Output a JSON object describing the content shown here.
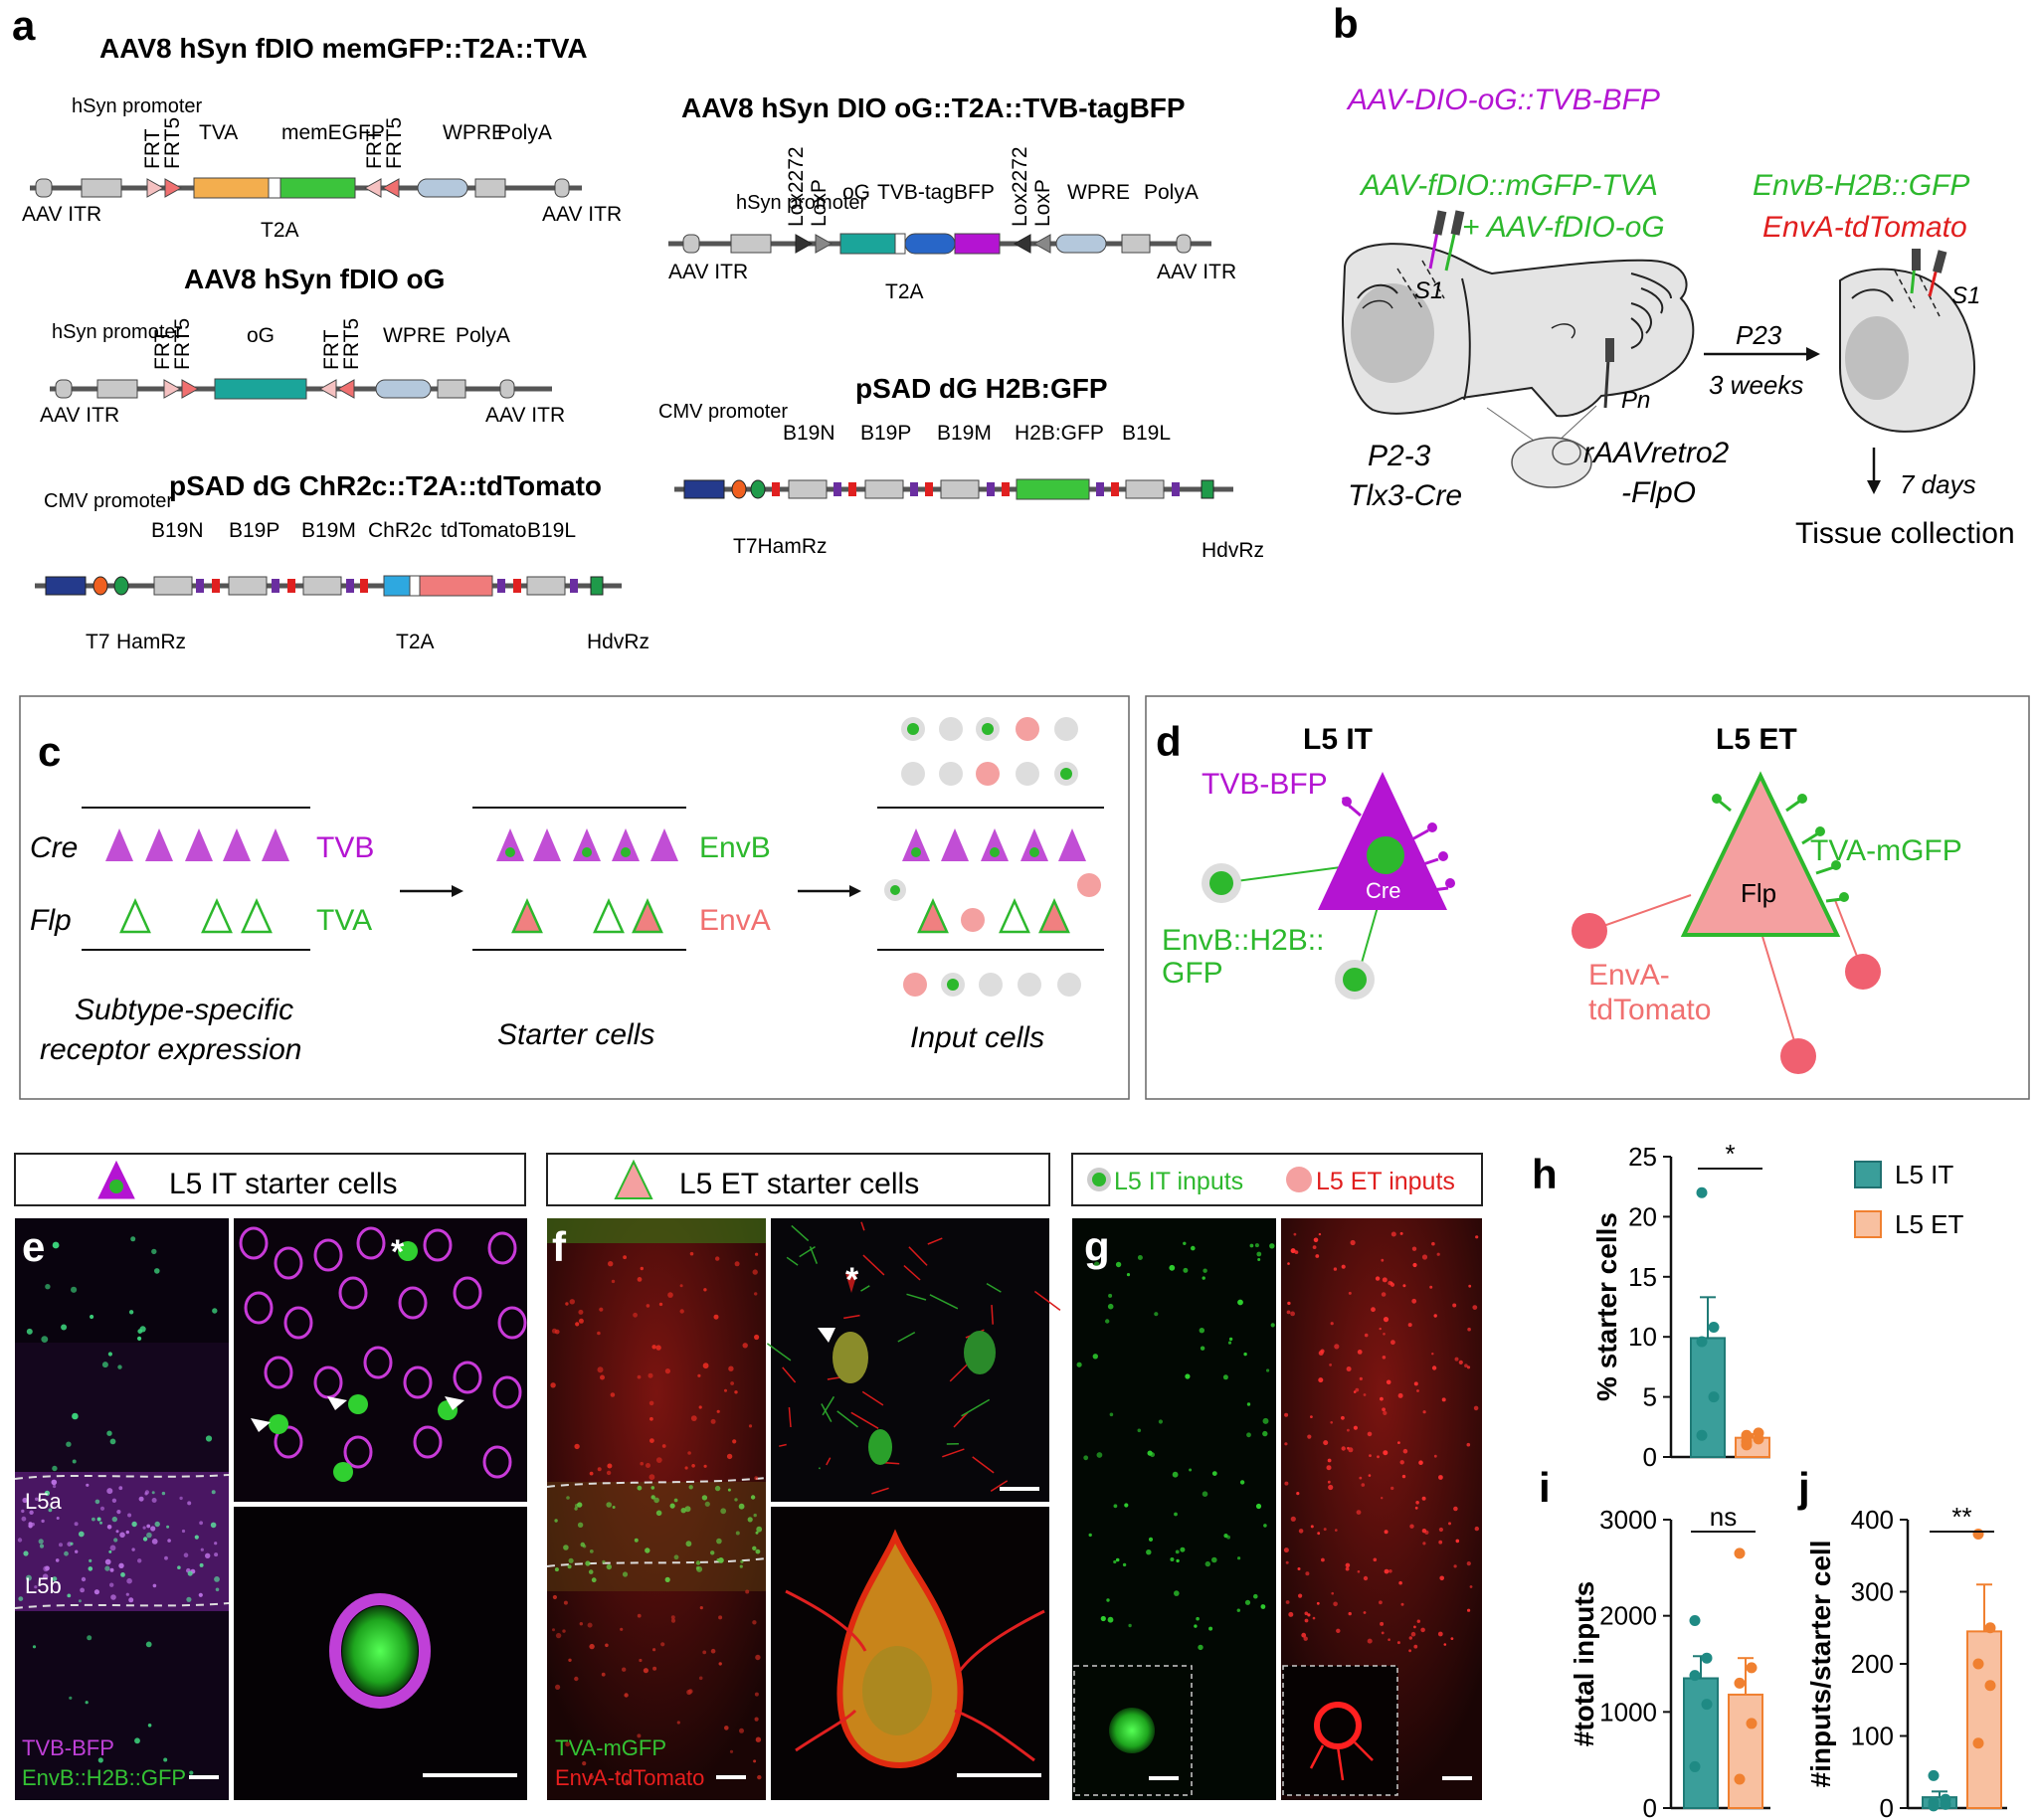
{
  "panels": {
    "a": "a",
    "b": "b",
    "c": "c",
    "d": "d",
    "e": "e",
    "f": "f",
    "g": "g",
    "h": "h",
    "i": "i",
    "j": "j"
  },
  "constructs": {
    "c1": {
      "title": "AAV8 hSyn fDIO memGFP::T2A::TVA",
      "labels": [
        "hSyn promoter",
        "FRT",
        "FRT5",
        "TVA",
        "memEGFP",
        "FRT",
        "FRT5",
        "WPRE",
        "PolyA",
        "AAV ITR",
        "AAV ITR",
        "T2A"
      ]
    },
    "c2": {
      "title": "AAV8 hSyn fDIO oG",
      "labels": [
        "hSyn promoter",
        "FRT",
        "FRT5",
        "oG",
        "FRT",
        "FRT5",
        "WPRE",
        "PolyA",
        "AAV ITR",
        "AAV ITR"
      ]
    },
    "c3": {
      "title": "pSAD dG ChR2c::T2A::tdTomato",
      "labels": [
        "CMV promoter",
        "B19N",
        "B19P",
        "B19M",
        "ChR2c",
        "tdTomato",
        "B19L",
        "T7",
        "HamRz",
        "T2A",
        "HdvRz"
      ]
    },
    "c4": {
      "title": "AAV8 hSyn DIO oG::T2A::TVB-tagBFP",
      "labels": [
        "hSyn promoter",
        "Lox2272",
        "LoxP",
        "oG",
        "TVB-tagBFP",
        "Lox2272",
        "LoxP",
        "WPRE",
        "PolyA",
        "AAV ITR",
        "AAV ITR",
        "T2A"
      ]
    },
    "c5": {
      "title": "pSAD dG H2B:GFP",
      "labels": [
        "CMV promoter",
        "B19N",
        "B19P",
        "B19M",
        "H2B:GFP",
        "B19L",
        "T7HamRz",
        "HdvRz"
      ]
    }
  },
  "panel_b": {
    "virus1": "AAV-DIO-oG::TVB-BFP",
    "virus2a": "AAV-fDIO::mGFP-TVA",
    "virus2b": "+ AAV-fDIO-oG",
    "virus3a": "EnvB-H2B::GFP",
    "virus3b": "EnvA-tdTomato",
    "s1_left": "S1",
    "s1_right": "S1",
    "pn": "Pn",
    "age": "P2-3",
    "mouse": "Tlx3-Cre",
    "retro1": "rAAVretro2",
    "retro2": "-FlpO",
    "time1": "P23",
    "time2": "3 weeks",
    "days": "7 days",
    "collection": "Tissue collection"
  },
  "panel_c": {
    "cre": "Cre",
    "flp": "Flp",
    "tvb": "TVB",
    "tva": "TVA",
    "envb": "EnvB",
    "enva": "EnvA",
    "cap1a": "Subtype-specific",
    "cap1b": "receptor expression",
    "cap2": "Starter cells",
    "cap3": "Input cells"
  },
  "panel_d": {
    "it_title": "L5 IT",
    "et_title": "L5 ET",
    "tvb_bfp": "TVB-BFP",
    "cre": "Cre",
    "envb1": "EnvB::H2B::",
    "envb2": "GFP",
    "flp": "Flp",
    "tva_mgfp": "TVA-mGFP",
    "enva1": "EnvA-",
    "enva2": "tdTomato"
  },
  "micro": {
    "e_header": "L5 IT starter cells",
    "f_header": "L5 ET starter cells",
    "g_it": "L5 IT inputs",
    "g_et": "L5 ET inputs",
    "l5a": "L5a",
    "l5b": "L5b",
    "e_leg1": "TVB-BFP",
    "e_leg2": "EnvB::H2B::GFP",
    "f_leg1": "TVA-mGFP",
    "f_leg2": "EnvA-tdTomato",
    "asterisk": "*"
  },
  "legend": {
    "it": "L5 IT",
    "et": "L5 ET"
  },
  "colors": {
    "it": "#3a9e9a",
    "et": "#f2a77a",
    "magenta": "#b414d2",
    "green": "#2db82d",
    "salmon": "#f07b7b",
    "red": "#e01e1e"
  },
  "chart_data": [
    {
      "type": "bar",
      "panel": "h",
      "ylabel": "% starter cells",
      "ylim": [
        0,
        25
      ],
      "yticks": [
        0,
        5,
        10,
        15,
        20,
        25
      ],
      "categories": [
        "L5 IT",
        "L5 ET"
      ],
      "values": [
        9.9,
        1.6
      ],
      "sem": [
        3.4,
        0.3
      ],
      "points": [
        [
          22.0,
          10.8,
          9.6,
          5.0,
          1.8
        ],
        [
          1.0,
          1.5,
          1.8,
          2.0,
          1.3
        ]
      ],
      "significance": "*"
    },
    {
      "type": "bar",
      "panel": "i",
      "ylabel": "#total inputs",
      "ylim": [
        0,
        3000
      ],
      "yticks": [
        0,
        1000,
        2000,
        3000
      ],
      "categories": [
        "L5 IT",
        "L5 ET"
      ],
      "values": [
        1350,
        1180
      ],
      "sem": [
        230,
        380
      ],
      "points": [
        [
          1950,
          1560,
          1380,
          1080,
          430
        ],
        [
          2650,
          1460,
          1300,
          880,
          300
        ]
      ],
      "significance": "ns"
    },
    {
      "type": "bar",
      "panel": "j",
      "ylabel": "#inputs/starter cell",
      "ylim": [
        0,
        400
      ],
      "yticks": [
        0,
        100,
        200,
        300,
        400
      ],
      "categories": [
        "L5 IT",
        "L5 ET"
      ],
      "values": [
        15,
        245
      ],
      "sem": [
        8,
        65
      ],
      "points": [
        [
          45,
          12,
          8,
          5,
          3
        ],
        [
          380,
          250,
          200,
          170,
          90
        ]
      ],
      "significance": "**"
    }
  ]
}
